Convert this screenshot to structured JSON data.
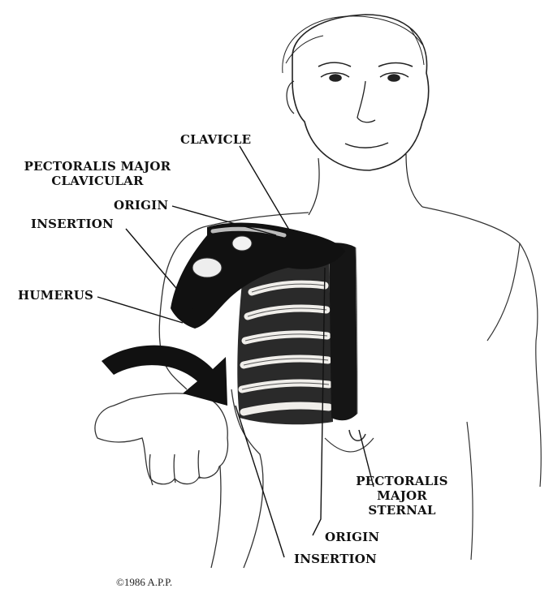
{
  "labels": {
    "clavicle": "CLAVICLE",
    "pectoralis_clavicular_line1": "PECTORALIS MAJOR",
    "pectoralis_clavicular_line2": "CLAVICULAR",
    "origin_upper": "ORIGIN",
    "insertion_upper": "INSERTION",
    "humerus": "HUMERUS",
    "pectoralis_sternal_line1": "PECTORALIS",
    "pectoralis_sternal_line2": "MAJOR",
    "pectoralis_sternal_line3": "STERNAL",
    "origin_lower": "ORIGIN",
    "insertion_lower": "INSERTION"
  },
  "credit": "©1986 A.P.P.",
  "colors": {
    "ink": "#111111",
    "muscle": "#1a1a1a",
    "rib": "#e8e6e2"
  }
}
